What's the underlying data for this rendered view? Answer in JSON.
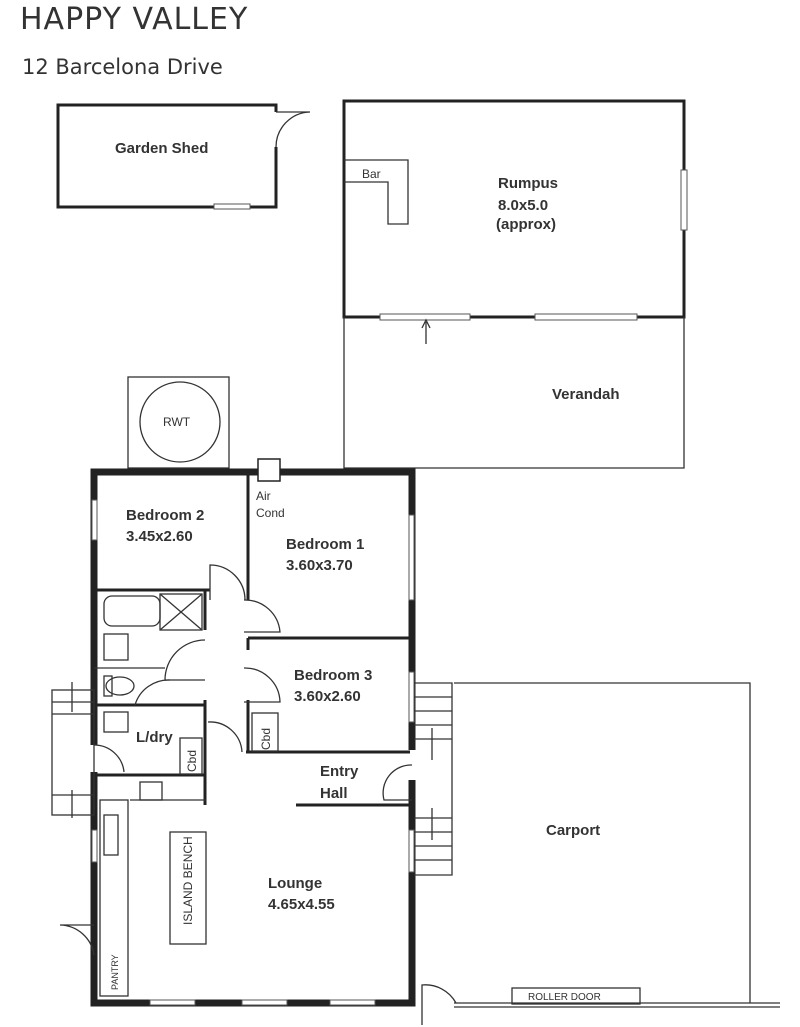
{
  "header": {
    "title": "HAPPY VALLEY",
    "address": "12 Barcelona Drive"
  },
  "rooms": {
    "garden_shed": "Garden Shed",
    "bar": "Bar",
    "rumpus": {
      "name": "Rumpus",
      "size": "8.0x5.0",
      "note": "(approx)"
    },
    "verandah": "Verandah",
    "rwt": "RWT",
    "air_cond": {
      "line1": "Air",
      "line2": "Cond"
    },
    "bedroom2": {
      "name": "Bedroom 2",
      "size": "3.45x2.60"
    },
    "bedroom1": {
      "name": "Bedroom 1",
      "size": "3.60x3.70"
    },
    "bedroom3": {
      "name": "Bedroom 3",
      "size": "3.60x2.60"
    },
    "laundry": "L/dry",
    "cbd": "Cbd",
    "entry": {
      "line1": "Entry",
      "line2": "Hall"
    },
    "carport": "Carport",
    "lounge": {
      "name": "Lounge",
      "size": "4.65x4.55"
    },
    "island": "ISLAND BENCH",
    "pantry": "PANTRY",
    "roller_door": "ROLLER DOOR"
  }
}
